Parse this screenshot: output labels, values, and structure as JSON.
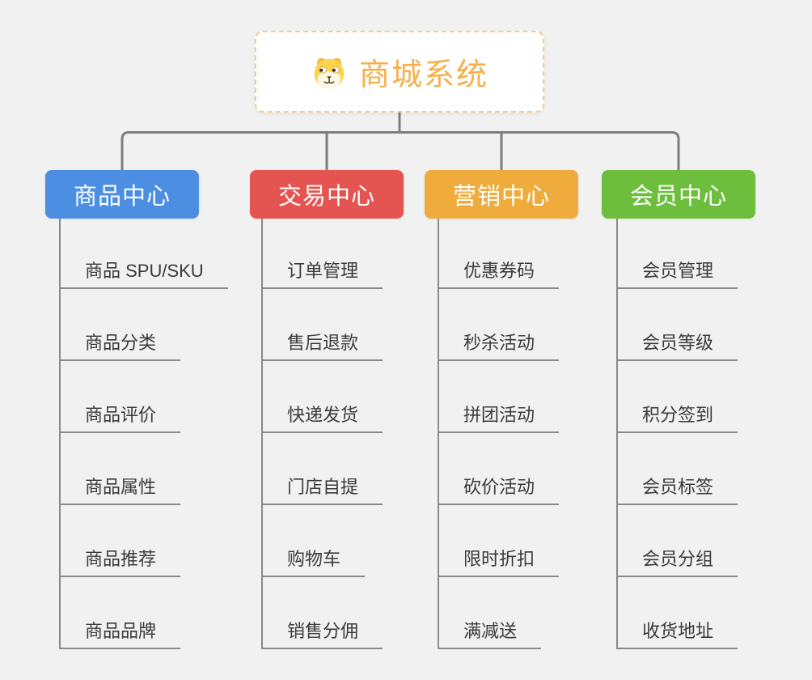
{
  "canvas": {
    "background_color": "#f1f1f1",
    "connector_color": "#7d7d7d",
    "underline_color": "#8a8a8a"
  },
  "root": {
    "title": "商城系统",
    "icon": "dog-face-icon",
    "text_color": "#f6b04a",
    "border_color": "#f7cb81"
  },
  "branches": [
    {
      "label": "商品中心",
      "color": "#4b8ee2",
      "children": [
        "商品 SPU/SKU",
        "商品分类",
        "商品评价",
        "商品属性",
        "商品推荐",
        "商品品牌"
      ]
    },
    {
      "label": "交易中心",
      "color": "#e45450",
      "children": [
        "订单管理",
        "售后退款",
        "快递发货",
        "门店自提",
        "购物车",
        "销售分佣"
      ]
    },
    {
      "label": "营销中心",
      "color": "#efac3c",
      "children": [
        "优惠券码",
        "秒杀活动",
        "拼团活动",
        "砍价活动",
        "限时折扣",
        "满减送"
      ]
    },
    {
      "label": "会员中心",
      "color": "#6cbe3c",
      "children": [
        "会员管理",
        "会员等级",
        "积分签到",
        "会员标签",
        "会员分组",
        "收货地址"
      ]
    }
  ]
}
